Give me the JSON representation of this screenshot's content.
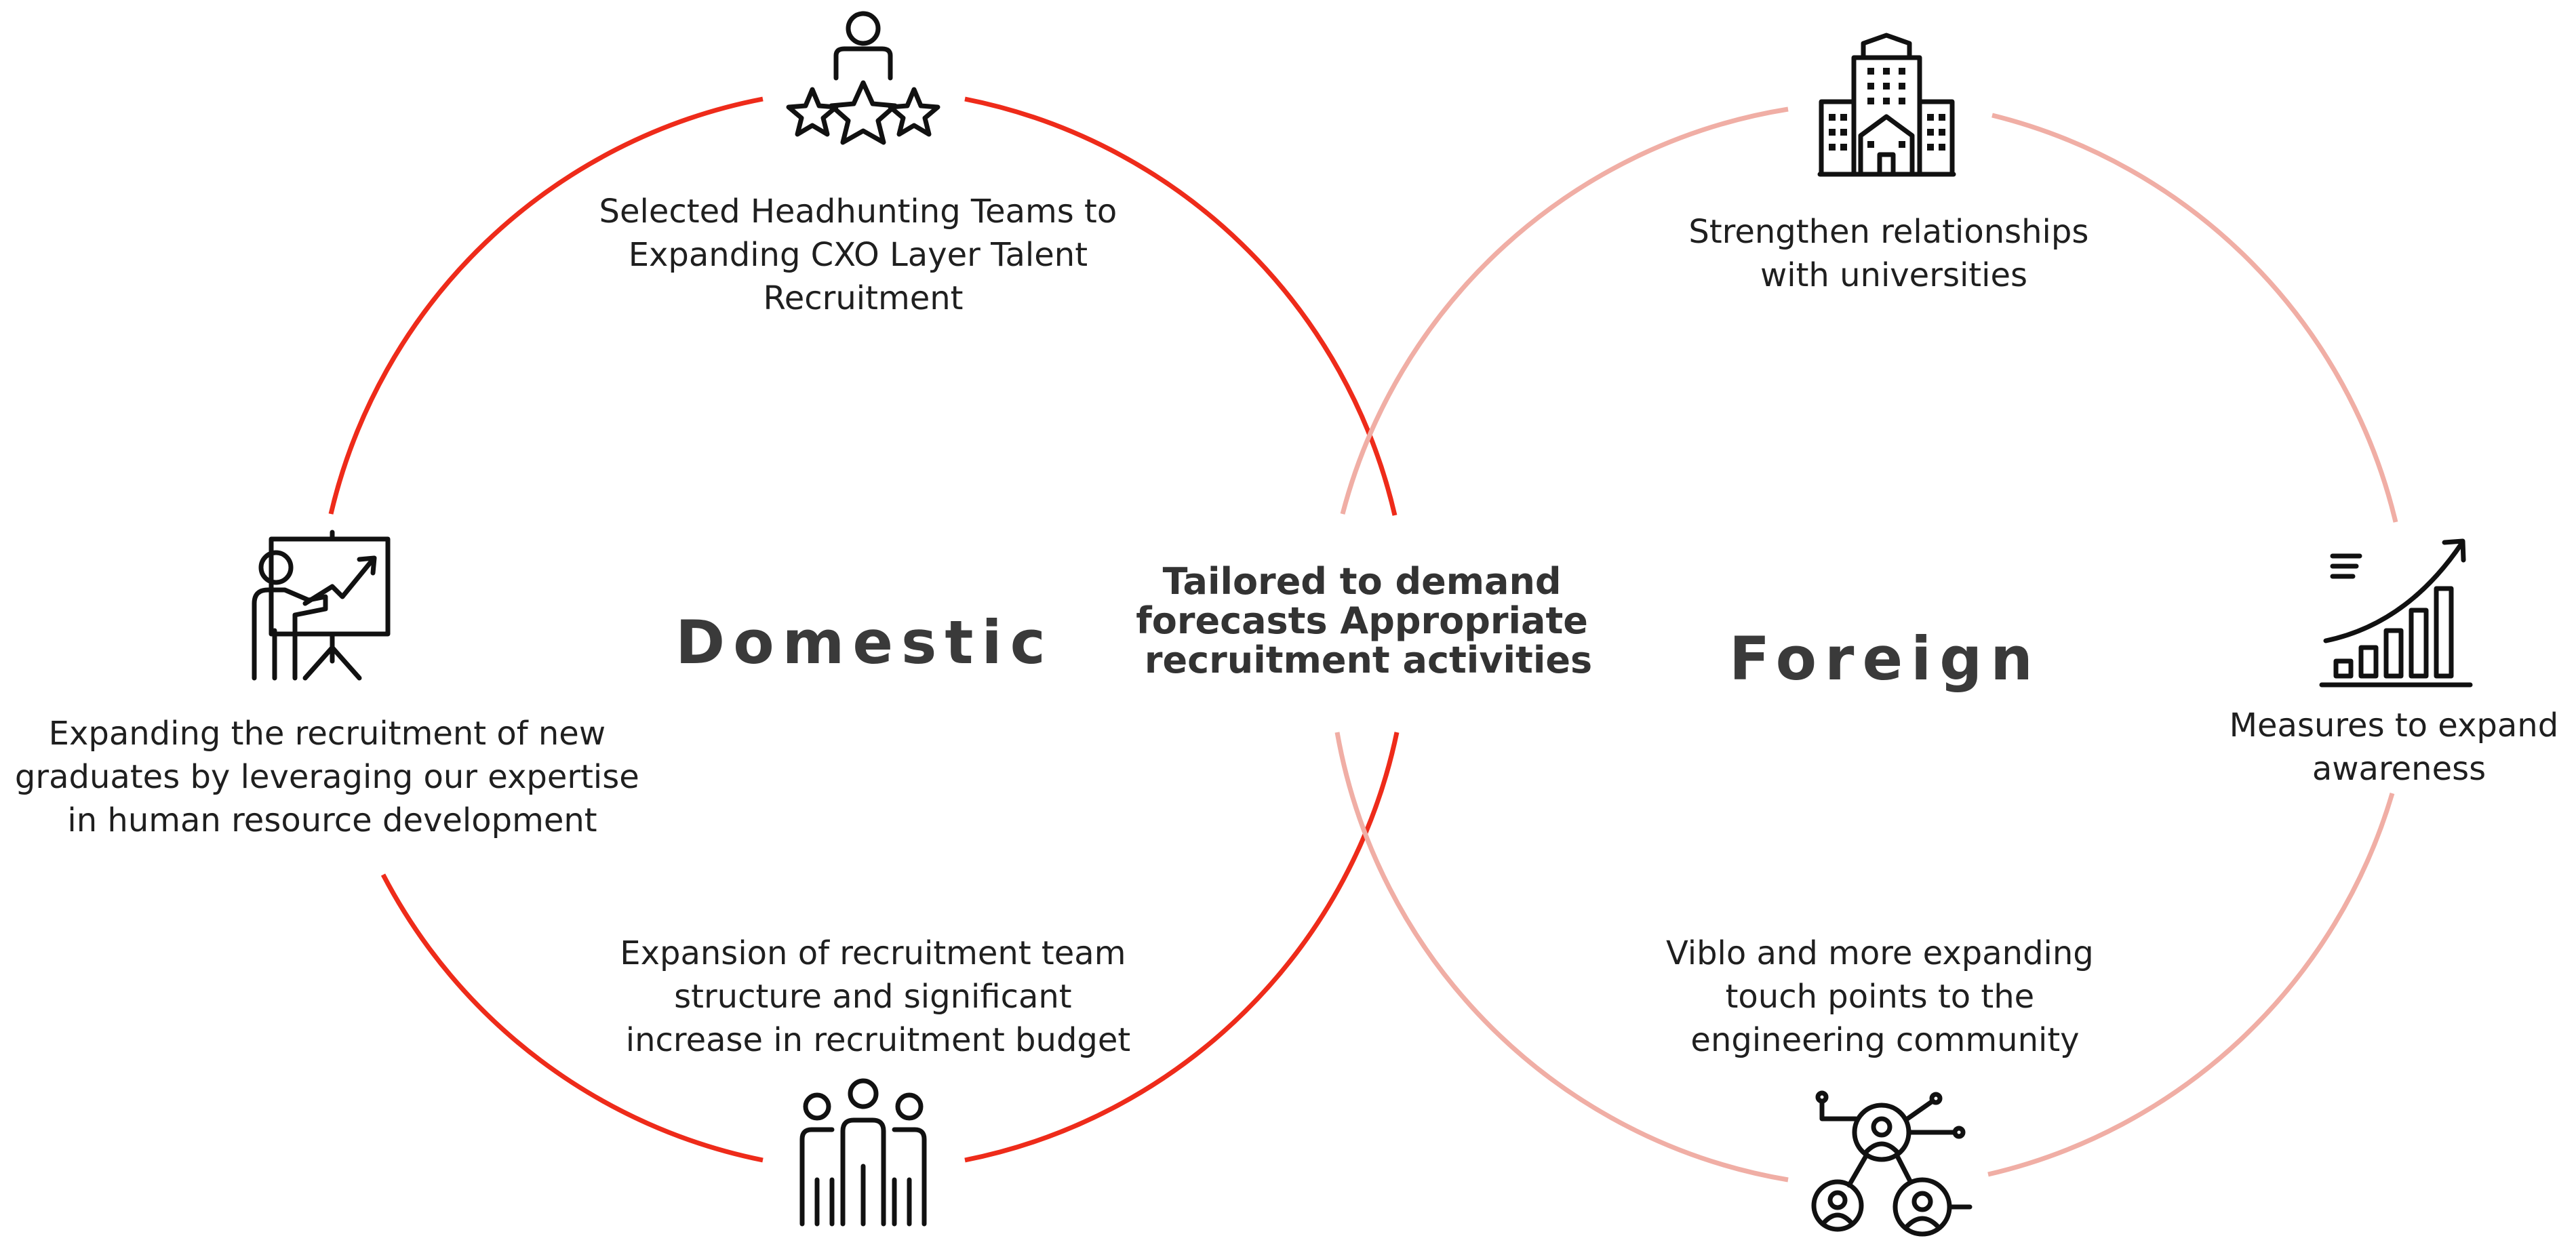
{
  "colors": {
    "domestic_ring": "#ee2b1a",
    "foreign_ring": "#f0aea5",
    "text": "#1f1f1f"
  },
  "domestic": {
    "title": "Domestic",
    "top": {
      "icon": "person-with-stars-icon",
      "lines": [
        "Selected Headhunting Teams to",
        "Expanding CXO Layer Talent",
        "Recruitment"
      ]
    },
    "left": {
      "icon": "presentation-growth-icon",
      "lines": [
        "Expanding the recruitment of new",
        "graduates by leveraging our expertise",
        "in human resource development"
      ]
    },
    "bottom": {
      "icon": "team-group-icon",
      "lines": [
        "Expansion of recruitment team",
        "structure and significant",
        "increase in recruitment budget"
      ]
    }
  },
  "center": {
    "lines": [
      "Tailored to demand",
      "forecasts Appropriate",
      "recruitment activities"
    ]
  },
  "foreign": {
    "title": "Foreign",
    "top": {
      "icon": "university-building-icon",
      "lines": [
        "Strengthen relationships",
        "with universities"
      ]
    },
    "right": {
      "icon": "growth-bar-chart-icon",
      "lines": [
        "Measures to expand",
        "awareness"
      ]
    },
    "bottom": {
      "icon": "engineering-network-icon",
      "lines": [
        "Viblo and more expanding",
        "touch points to the",
        "engineering community"
      ]
    }
  }
}
